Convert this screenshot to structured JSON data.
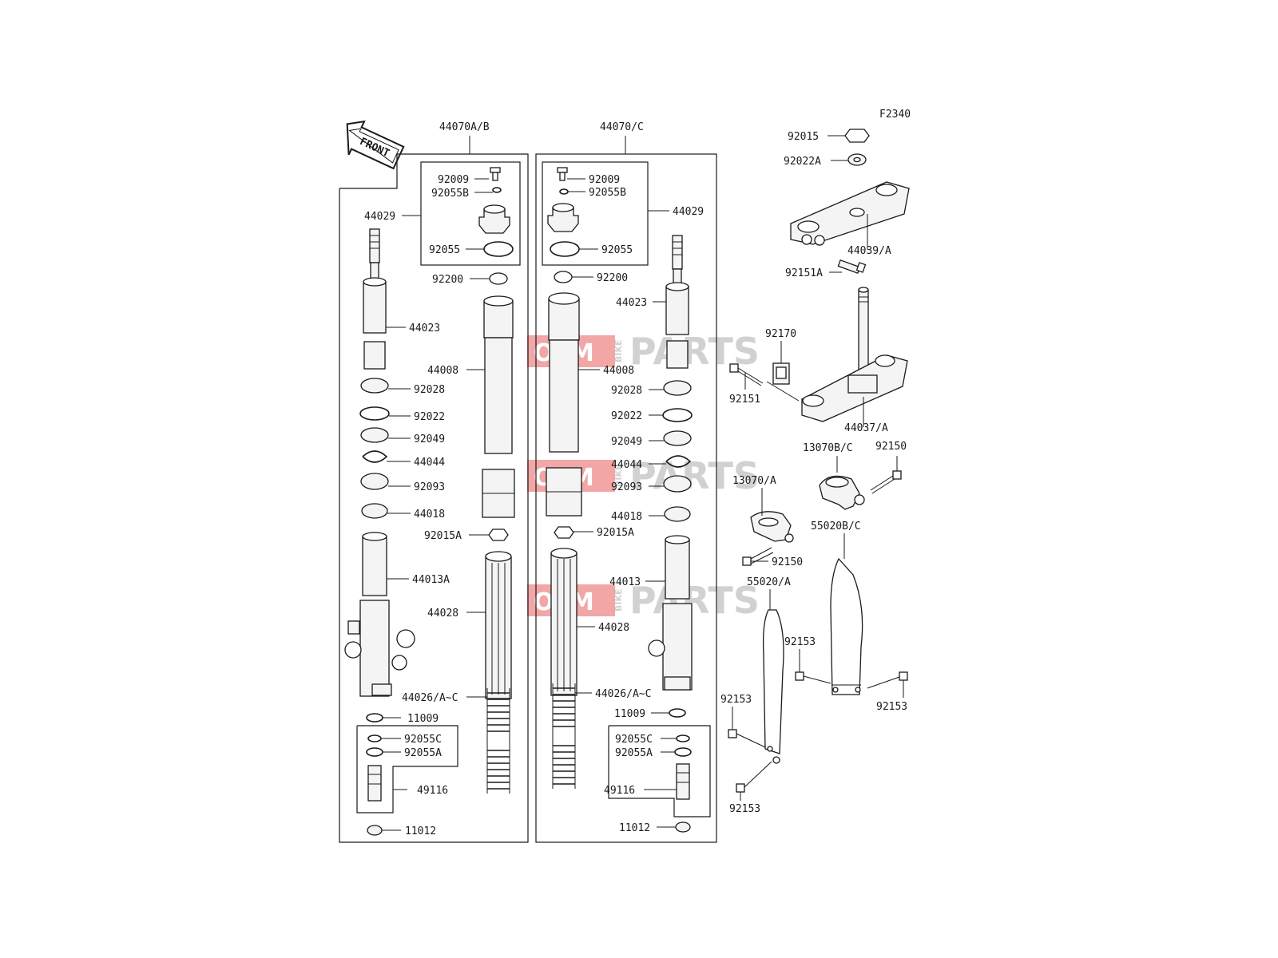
{
  "diagram": {
    "code": "F2340",
    "front_label": "FRONT",
    "colors": {
      "line": "#1a1a1a",
      "watermark_red": "#e33b3b",
      "watermark_grey": "#9a9a9a"
    },
    "watermark": {
      "word1": "OEM",
      "word2": "BIKE",
      "word3": "PARTS"
    },
    "left_assembly": {
      "header": "44070A/B",
      "labels": {
        "l92009": "92009",
        "l92055B": "92055B",
        "l44029": "44029",
        "l92055": "92055",
        "l92200": "92200",
        "l44023": "44023",
        "l44008": "44008",
        "l92028": "92028",
        "l92022": "92022",
        "l92049": "92049",
        "l44044": "44044",
        "l92093": "92093",
        "l44018": "44018",
        "l92015A": "92015A",
        "l44013A": "44013A",
        "l44028": "44028",
        "l44026": "44026/A~C",
        "l11009": "11009",
        "l92055C": "92055C",
        "l92055A": "92055A",
        "l49116": "49116",
        "l11012": "11012"
      }
    },
    "right_assembly": {
      "header": "44070/C",
      "labels": {
        "l92009": "92009",
        "l92055B": "92055B",
        "l44029": "44029",
        "l92055": "92055",
        "l92200": "92200",
        "l44023": "44023",
        "l44008": "44008",
        "l92028": "92028",
        "l92022": "92022",
        "l92049": "92049",
        "l44044": "44044",
        "l92093": "92093",
        "l44018": "44018",
        "l92015A": "92015A",
        "l44013": "44013",
        "l44028": "44028",
        "l44026": "44026/A~C",
        "l11009": "11009",
        "l92055C": "92055C",
        "l92055A": "92055A",
        "l49116": "49116",
        "l11012": "11012"
      }
    },
    "steering": {
      "labels": {
        "l92015": "92015",
        "l92022A": "92022A",
        "l44039": "44039/A",
        "l92151A": "92151A",
        "l92170": "92170",
        "l92151": "92151",
        "l44037": "44037/A",
        "l13070BC": "13070B/C",
        "l92150a": "92150",
        "l13070A": "13070/A",
        "l92150b": "92150",
        "l55020BC": "55020B/C",
        "l55020A": "55020/A",
        "l92153a": "92153",
        "l92153b": "92153",
        "l92153c": "92153",
        "l92153d": "92153"
      }
    }
  }
}
